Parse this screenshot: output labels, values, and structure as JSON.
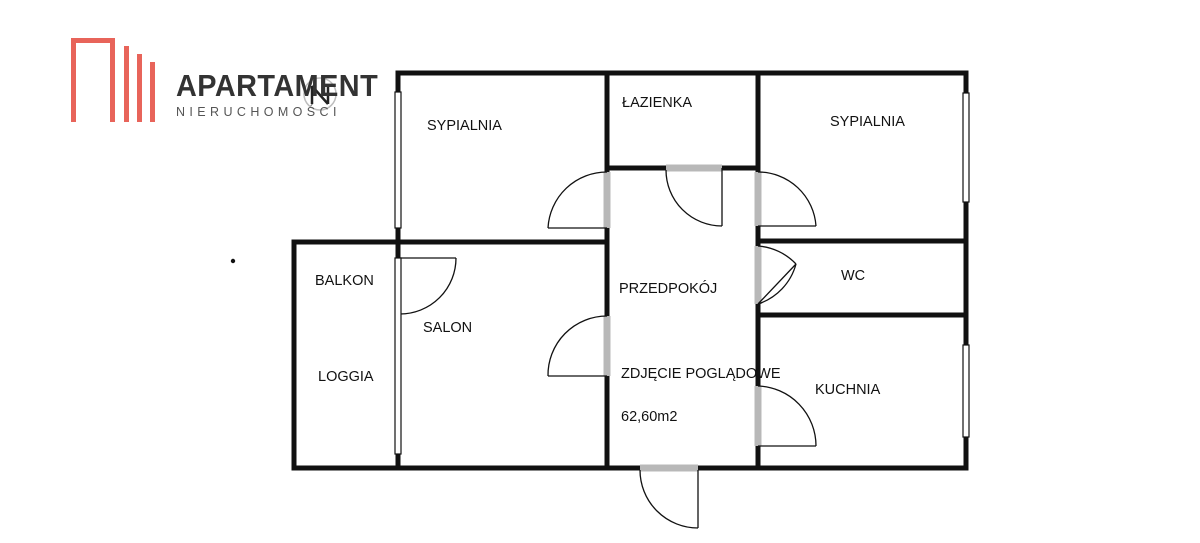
{
  "logo": {
    "name": "APARTAMENT",
    "subtitle": "NIERUCHOMOŚCI",
    "brand_color": "#e8645a",
    "icon": "building-bars-icon"
  },
  "plan": {
    "wall_color": "#111111",
    "door_opening_color": "#b8b8b8",
    "rooms": {
      "sypialnia_left": "SYPIALNIA",
      "lazienka": "ŁAZIENKA",
      "sypialnia_right": "SYPIALNIA",
      "balkon": "BALKON",
      "loggia": "LOGGIA",
      "salon": "SALON",
      "przedpokoj": "PRZEDPOKÓJ",
      "wc": "WC",
      "kuchnia": "KUCHNIA"
    },
    "note": "ZDJĘCIE POGLĄDOWE",
    "area": "62,60m2"
  }
}
